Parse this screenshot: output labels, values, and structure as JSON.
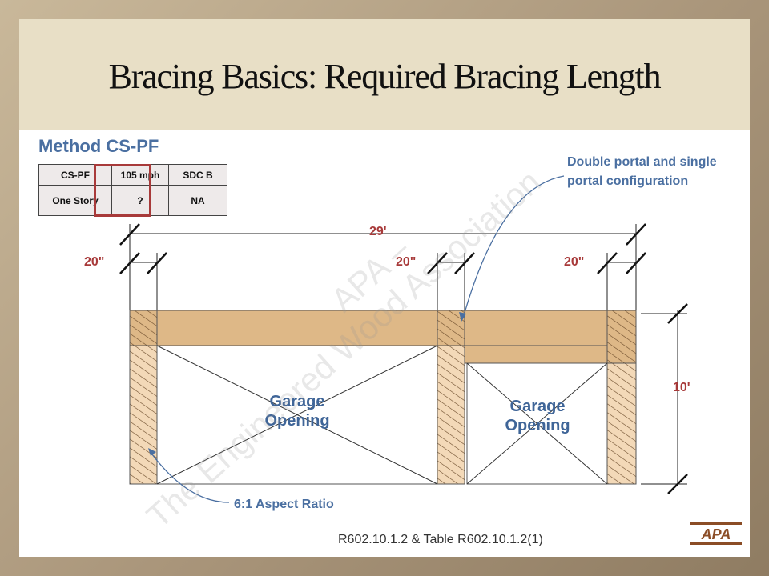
{
  "slide": {
    "title": "Bracing Basics: Required Bracing Length",
    "method_heading": "Method CS-PF",
    "reference": "R602.10.1.2 & Table R602.10.1.2(1)",
    "watermark_line1": "APA –",
    "watermark_line2": "The Engineered Wood Association",
    "logo_text": "APA"
  },
  "table": {
    "r1c1": "CS-PF",
    "r1c2": "105 mph",
    "r1c3": "SDC B",
    "r2c1": "One Story",
    "r2c2": "?",
    "r2c3": "NA"
  },
  "callout": {
    "portal": "Double portal and single portal configuration",
    "aspect": "6:1 Aspect Ratio"
  },
  "dimensions": {
    "total_width": "29'",
    "left_panel": "20\"",
    "middle_panel": "20\"",
    "right_panel": "20\"",
    "height": "10'"
  },
  "openings": {
    "left_label": "Garage Opening",
    "right_label": "Garage Opening"
  },
  "colors": {
    "header_wood": "#deb887",
    "panel_hatch": "#f3d9b8",
    "accent_blue": "#4a6fa1",
    "dim_red": "#a83a3a"
  }
}
